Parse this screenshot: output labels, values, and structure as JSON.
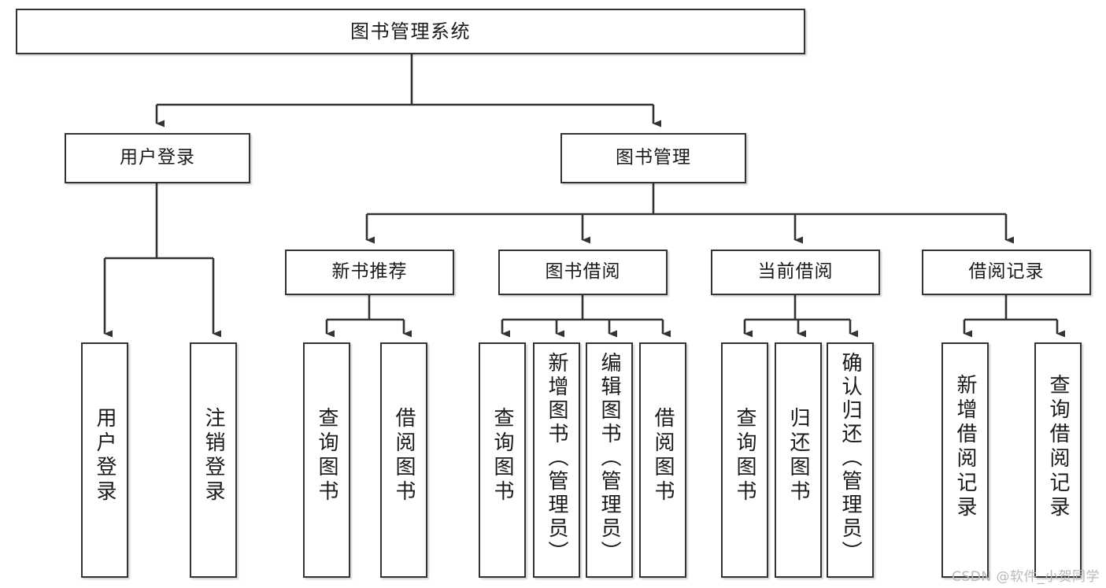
{
  "diagram": {
    "title": "图书管理系统",
    "type": "tree",
    "root": {
      "id": "root",
      "label": "图书管理系统"
    },
    "level2": [
      {
        "id": "user-login",
        "label": "用户登录"
      },
      {
        "id": "book-manage",
        "label": "图书管理"
      }
    ],
    "level3": [
      {
        "id": "new-book-rec",
        "label": "新书推荐"
      },
      {
        "id": "book-borrow",
        "label": "图书借阅"
      },
      {
        "id": "current-borrow",
        "label": "当前借阅"
      },
      {
        "id": "borrow-record",
        "label": "借阅记录"
      }
    ],
    "leaves": [
      {
        "id": "leaf-user-login",
        "label": "用户登录",
        "parent": "user-login"
      },
      {
        "id": "leaf-user-logout",
        "label": "注销登录",
        "parent": "user-login"
      },
      {
        "id": "leaf-query-book-1",
        "label": "查询图书",
        "parent": "new-book-rec"
      },
      {
        "id": "leaf-borrow-book-1",
        "label": "借阅图书",
        "parent": "new-book-rec"
      },
      {
        "id": "leaf-query-book-2",
        "label": "查询图书",
        "parent": "book-borrow"
      },
      {
        "id": "leaf-add-book",
        "label": "新增图书（管理员）",
        "parent": "book-borrow"
      },
      {
        "id": "leaf-edit-book",
        "label": "编辑图书（管理员）",
        "parent": "book-borrow"
      },
      {
        "id": "leaf-borrow-book-2",
        "label": "借阅图书",
        "parent": "book-borrow"
      },
      {
        "id": "leaf-query-book-3",
        "label": "查询图书",
        "parent": "current-borrow"
      },
      {
        "id": "leaf-return-book",
        "label": "归还图书",
        "parent": "current-borrow"
      },
      {
        "id": "leaf-confirm-return",
        "label": "确认归还（管理员）",
        "parent": "current-borrow"
      },
      {
        "id": "leaf-add-record",
        "label": "新增借阅记录",
        "parent": "borrow-record"
      },
      {
        "id": "leaf-query-record",
        "label": "查询借阅记录",
        "parent": "borrow-record"
      }
    ],
    "colors": {
      "stroke": "#333333",
      "fill": "#ffffff",
      "text": "#1a1a1a",
      "watermark": "#b9b9b9"
    }
  },
  "watermark": {
    "text": "CSDN @软件_小贺同学"
  }
}
